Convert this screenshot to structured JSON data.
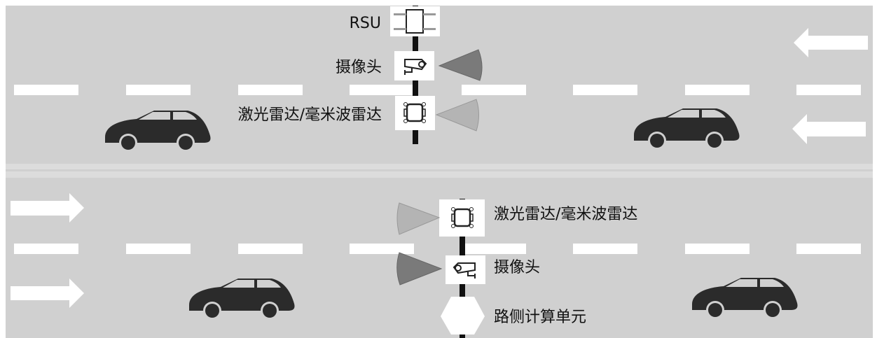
{
  "colors": {
    "road": "#d0d0d0",
    "median": "#dcdcdc",
    "marking": "#ffffff",
    "car": "#2b2b2b",
    "pole": "#111111",
    "camera_beam": "#7a7a7a",
    "radar_beam": "#b4b4b4"
  },
  "upper_roadside": {
    "rsu_label": "RSU",
    "camera_label": "摄像头",
    "radar_label": "激光雷达/毫米波雷达"
  },
  "lower_roadside": {
    "radar_label": "激光雷达/毫米波雷达",
    "camera_label": "摄像头",
    "compute_label": "路侧计算单元"
  },
  "icons": [
    "rsu-chip-icon",
    "camera-icon",
    "radar-icon",
    "hexagon-compute-icon",
    "car-icon",
    "arrow-left-icon",
    "arrow-right-icon"
  ]
}
